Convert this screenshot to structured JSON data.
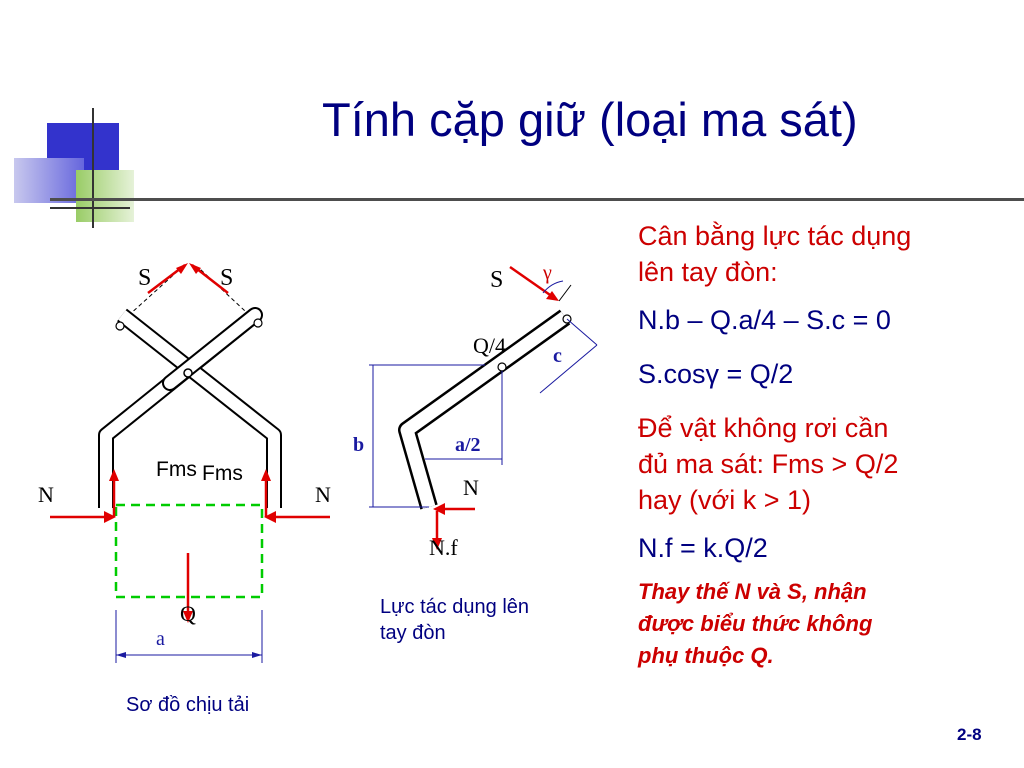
{
  "title": "Tính cặp giữ (loại ma sát)",
  "right_text": {
    "line1a": "Cân bằng lực tác dụng",
    "line1b": "lên tay đòn:",
    "eq1": "N.b – Q.a/4 – S.c = 0",
    "eq2": "S.cosγ = Q/2",
    "cond_a": "Để vật không rơi cần",
    "cond_b": "đủ ma sát: Fms > Q/2",
    "cond_c": "hay (với k > 1)",
    "eq3": "N.f = k.Q/2",
    "note_a": "Thay thế N và S, nhận",
    "note_b": "được biểu thức không",
    "note_c": "phụ thuộc Q."
  },
  "left_diagram": {
    "fms_left": "Fms",
    "fms_right": "Fms",
    "dim_a": "a",
    "caption": "Sơ đồ chịu tải"
  },
  "right_diagram": {
    "gamma": "γ",
    "dim_b": "b",
    "dim_c": "c",
    "dim_a2": "a/2",
    "caption_a": "Lực tác dụng lên",
    "caption_b": "tay đòn"
  },
  "slide_number": "2-8",
  "colors": {
    "title": "#000080",
    "accent_red": "#cc0000",
    "force_red": "#e00000",
    "dim_blue": "#1a1aa0",
    "box_green": "#00cc00"
  }
}
